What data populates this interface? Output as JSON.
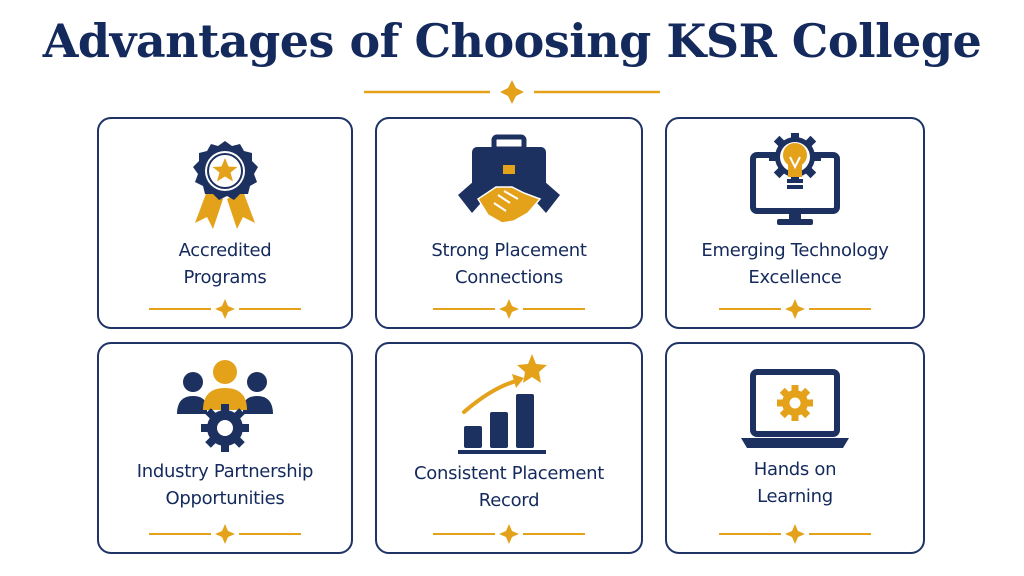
{
  "title": "Advantages of Choosing KSR College",
  "colors": {
    "navy": "#142a5c",
    "gold": "#e3a21a",
    "border": "#1f3366"
  },
  "cards": [
    {
      "icon": "award-ribbon-icon",
      "line1": "Accredited",
      "line2": "Programs"
    },
    {
      "icon": "briefcase-handshake-icon",
      "line1": "Strong Placement",
      "line2": "Connections"
    },
    {
      "icon": "monitor-lightbulb-gear-icon",
      "line1": "Emerging Technology",
      "line2": "Excellence"
    },
    {
      "icon": "team-gear-icon",
      "line1": "Industry Partnership",
      "line2": "Opportunities"
    },
    {
      "icon": "growth-chart-star-icon",
      "line1": "Consistent Placement",
      "line2": "Record"
    },
    {
      "icon": "laptop-gear-icon",
      "line1": "Hands on",
      "line2": "Learning"
    }
  ]
}
